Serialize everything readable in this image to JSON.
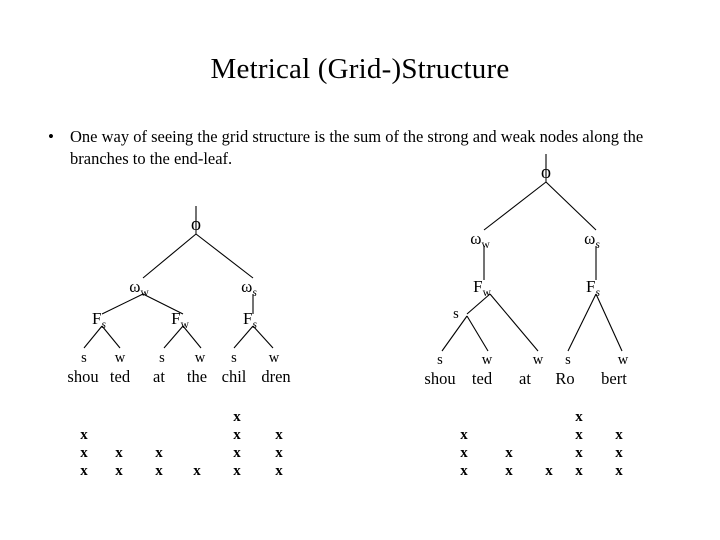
{
  "slide": {
    "title": "Metrical (Grid-)Structure",
    "background_color": "#ffffff",
    "text_color": "#000000"
  },
  "bullet": {
    "marker": "•",
    "text": "One way of seeing the grid structure is the sum of the strong and weak nodes along the branches to the end-leaf."
  },
  "trees": [
    {
      "id": "tree-left",
      "root": {
        "label": "ϕ",
        "name": "phi-node"
      },
      "level2": [
        {
          "label": "ω",
          "sub": "w",
          "sub_style": "upright",
          "name": "omega-w-node"
        },
        {
          "label": "ω",
          "sub": "s",
          "sub_style": "italic",
          "name": "omega-s-node"
        }
      ],
      "level3": [
        {
          "label": "F",
          "sub": "s",
          "sub_style": "italic",
          "name": "foot-s-node"
        },
        {
          "label": "F",
          "sub": "w",
          "sub_style": "upright",
          "name": "foot-w-node"
        },
        {
          "label": "F",
          "sub": "s",
          "sub_style": "italic",
          "name": "foot-s-node"
        }
      ],
      "leaf_labels": [
        "s",
        "w",
        "s",
        "w",
        "s",
        "w"
      ],
      "words": [
        "shou",
        "ted",
        "at",
        "the",
        "chil",
        "dren"
      ]
    },
    {
      "id": "tree-right",
      "root": {
        "label": "ϕ",
        "name": "phi-node"
      },
      "level2": [
        {
          "label": "ω",
          "sub": "w",
          "sub_style": "upright",
          "name": "omega-w-node"
        },
        {
          "label": "ω",
          "sub": "s",
          "sub_style": "italic",
          "name": "omega-s-node"
        }
      ],
      "level3": [
        {
          "label": "F",
          "sub": "w",
          "sub_style": "upright",
          "name": "foot-w-node"
        },
        {
          "label": "F",
          "sub": "s",
          "sub_style": "italic",
          "name": "foot-s-node"
        }
      ],
      "intermediate": {
        "label": "s",
        "name": "strong-node"
      },
      "leaf_labels": [
        "s",
        "w",
        "w",
        "s",
        "w"
      ],
      "words": [
        "shou",
        "ted",
        "at",
        "Ro",
        "bert"
      ]
    }
  ],
  "grids": [
    {
      "id": "grid-left",
      "mark": "x",
      "columns": [
        {
          "word": "shou",
          "count": 3
        },
        {
          "word": "ted",
          "count": 2
        },
        {
          "word": "at",
          "count": 2
        },
        {
          "word": "the",
          "count": 1
        },
        {
          "word": "chil",
          "count": 4
        },
        {
          "word": "dren",
          "count": 3
        }
      ]
    },
    {
      "id": "grid-right",
      "mark": "x",
      "columns": [
        {
          "word": "shou",
          "count": 3
        },
        {
          "word": "ted",
          "count": 2
        },
        {
          "word": "at",
          "count": 1
        },
        {
          "word": "Ro",
          "count": 4
        },
        {
          "word": "bert",
          "count": 3
        }
      ]
    }
  ]
}
